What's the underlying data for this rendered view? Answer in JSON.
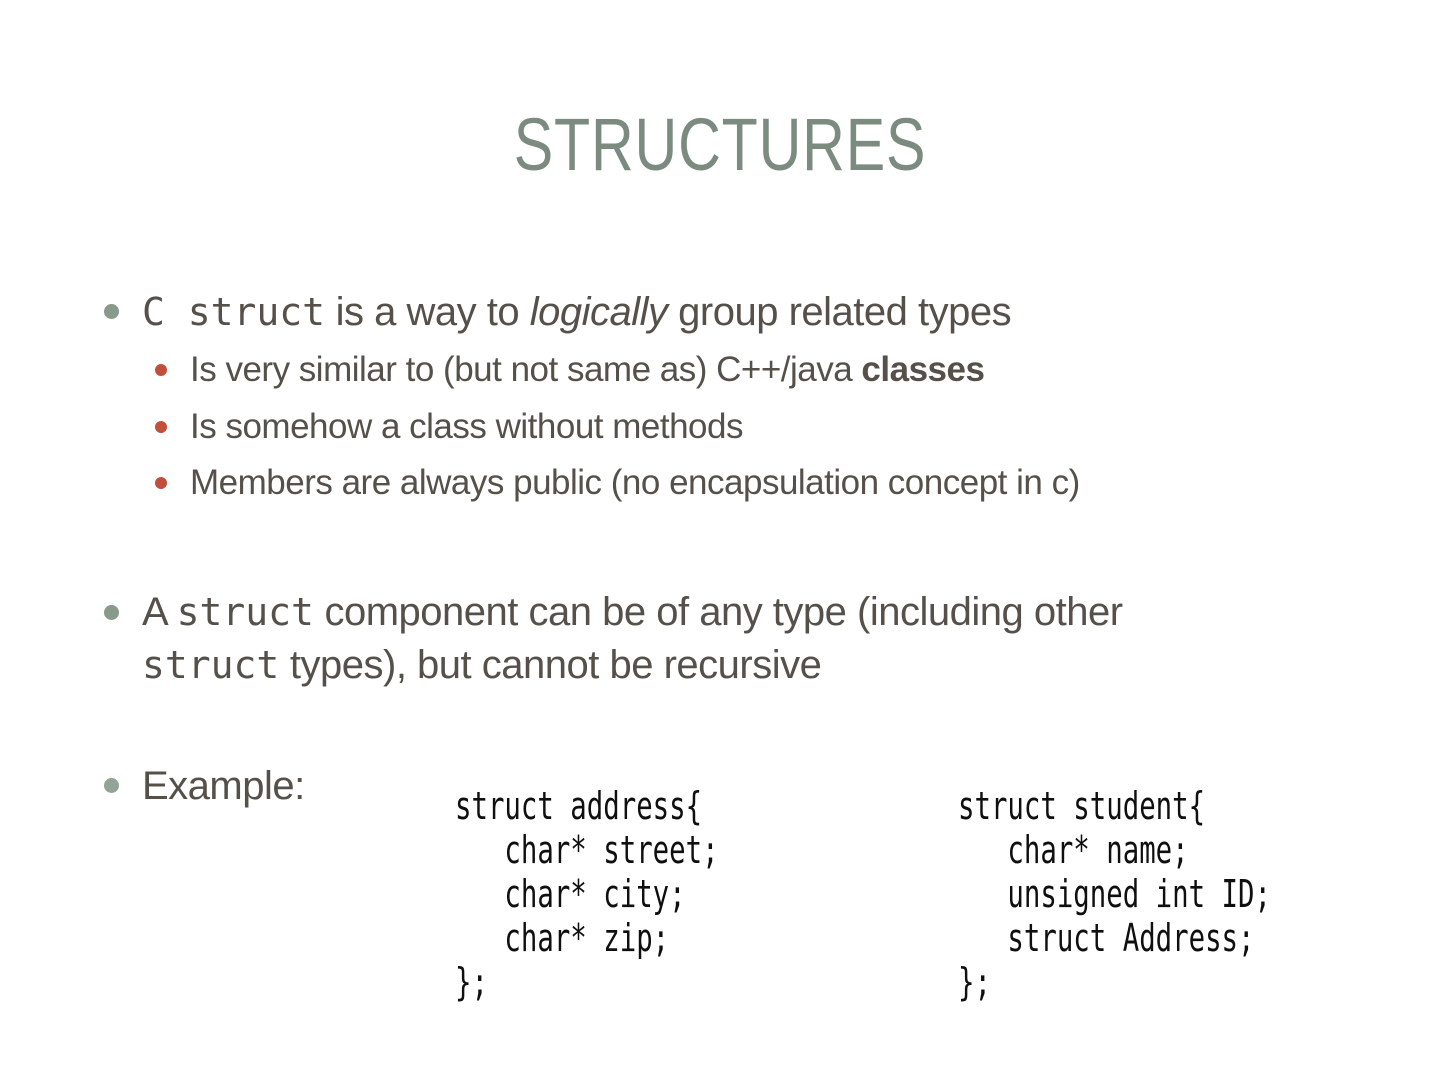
{
  "slide": {
    "title": "STRUCTURES",
    "colors": {
      "background": "#ffffff",
      "title_text": "#7c8b80",
      "body_text": "#56504a",
      "main_bullet_dot": "#879a8c",
      "sub_bullet_dot": "#c14f3b",
      "code_text": "#0f0f0f"
    },
    "bullet1": {
      "code1": "C struct",
      "text1": " is a way to ",
      "italic1": "logically",
      "text2": " group related types"
    },
    "sub_bullets": {
      "item1_text": "Is very similar to (but not same as) C++/java ",
      "item1_bold": "classes",
      "item2": "Is somehow a class without methods",
      "item3": "Members are always public (no encapsulation concept in c)"
    },
    "bullet2": {
      "line1_text1": "A ",
      "line1_code1": "struct",
      "line1_text2": " component can be of any type (including other",
      "line2_code1": "struct",
      "line2_text1": " types), but cannot be recursive"
    },
    "bullet3": {
      "label": "Example:"
    },
    "code_left": {
      "line1": "struct address{",
      "line2": "   char* street;",
      "line3": "   char* city;",
      "line4": "   char* zip;",
      "line5": "};"
    },
    "code_right": {
      "line1": "struct student{",
      "line2": "   char* name;",
      "line3": "   unsigned int ID;",
      "line4": "   struct Address;",
      "line5": "};"
    }
  }
}
